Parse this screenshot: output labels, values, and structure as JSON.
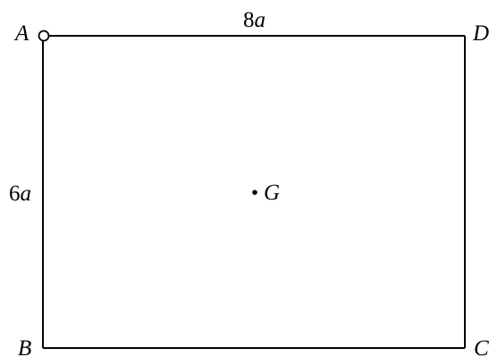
{
  "diagram": {
    "vertices": {
      "A": "A",
      "B": "B",
      "C": "C",
      "D": "D"
    },
    "center_label": "G",
    "top_dimension": {
      "coef": "8",
      "var": "a"
    },
    "side_dimension": {
      "coef": "6",
      "var": "a"
    },
    "colors": {
      "stroke": "#000000",
      "background": "#ffffff"
    }
  }
}
